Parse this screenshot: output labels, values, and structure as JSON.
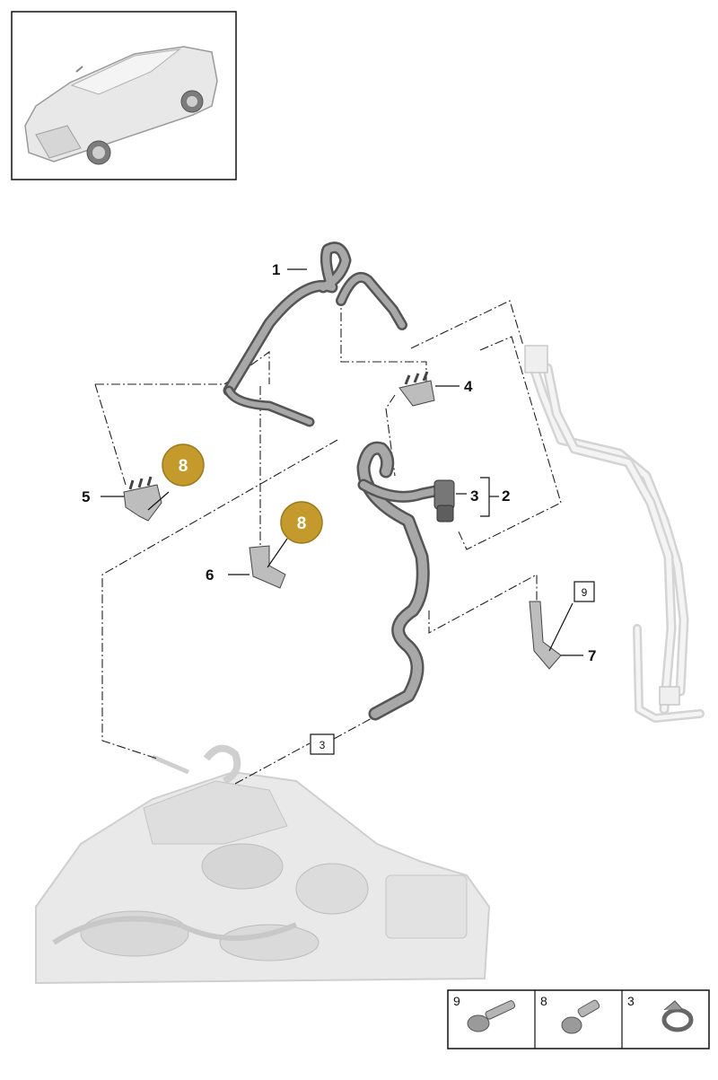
{
  "callouts": {
    "c1": "1",
    "c2": "2",
    "c3": "3",
    "c4": "4",
    "c5": "5",
    "c6": "6",
    "c7": "7"
  },
  "boxed_refs": {
    "b9": "9",
    "b3": "3"
  },
  "badges": {
    "badge_a": "8",
    "badge_b": "8"
  },
  "legend": [
    {
      "num": "9",
      "icon": "bolt-icon"
    },
    {
      "num": "8",
      "icon": "screw-icon"
    },
    {
      "num": "3",
      "icon": "hose-clamp-icon"
    }
  ],
  "colors": {
    "badge_fill": "#c49a2c",
    "hose": "#7d7d7d",
    "ghost": "#d9d9d9",
    "line": "#222222"
  }
}
